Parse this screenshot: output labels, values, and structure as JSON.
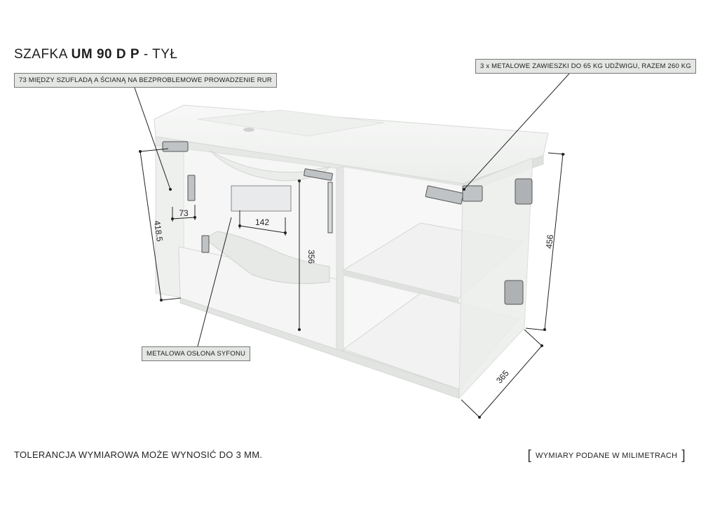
{
  "title": {
    "prefix": "SZAFKA ",
    "model": "UM 90 D P",
    "suffix": " - TYŁ"
  },
  "callouts": {
    "gap_note": "73 MIĘDZY SZUFLADĄ A ŚCIANĄ NA BEZPROBLEMOWE PROWADZENIE RUR",
    "hangers_note": "3 x METALOWE ZAWIESZKI DO 65 KG UDŹWIGU, RAZEM 260 KG",
    "siphon_note": "METALOWA OSŁONA SYFONU"
  },
  "dimensions": {
    "left_height": "418.5",
    "right_height": "456",
    "depth": "365",
    "gap": "73",
    "cutout_width": "142",
    "cutout_height": "356"
  },
  "footer": {
    "tolerance": "TOLERANCJA WYMIAROWA MOŻE WYNOSIĆ DO 3 MM.",
    "units": "WYMIARY PODANE W MILIMETRACH",
    "bracket_open": "[",
    "bracket_close": "]"
  },
  "colors": {
    "panel": "#f3f4f3",
    "edge": "#d8dad8",
    "callout_bg": "#e3e6e3",
    "line": "#222222"
  }
}
